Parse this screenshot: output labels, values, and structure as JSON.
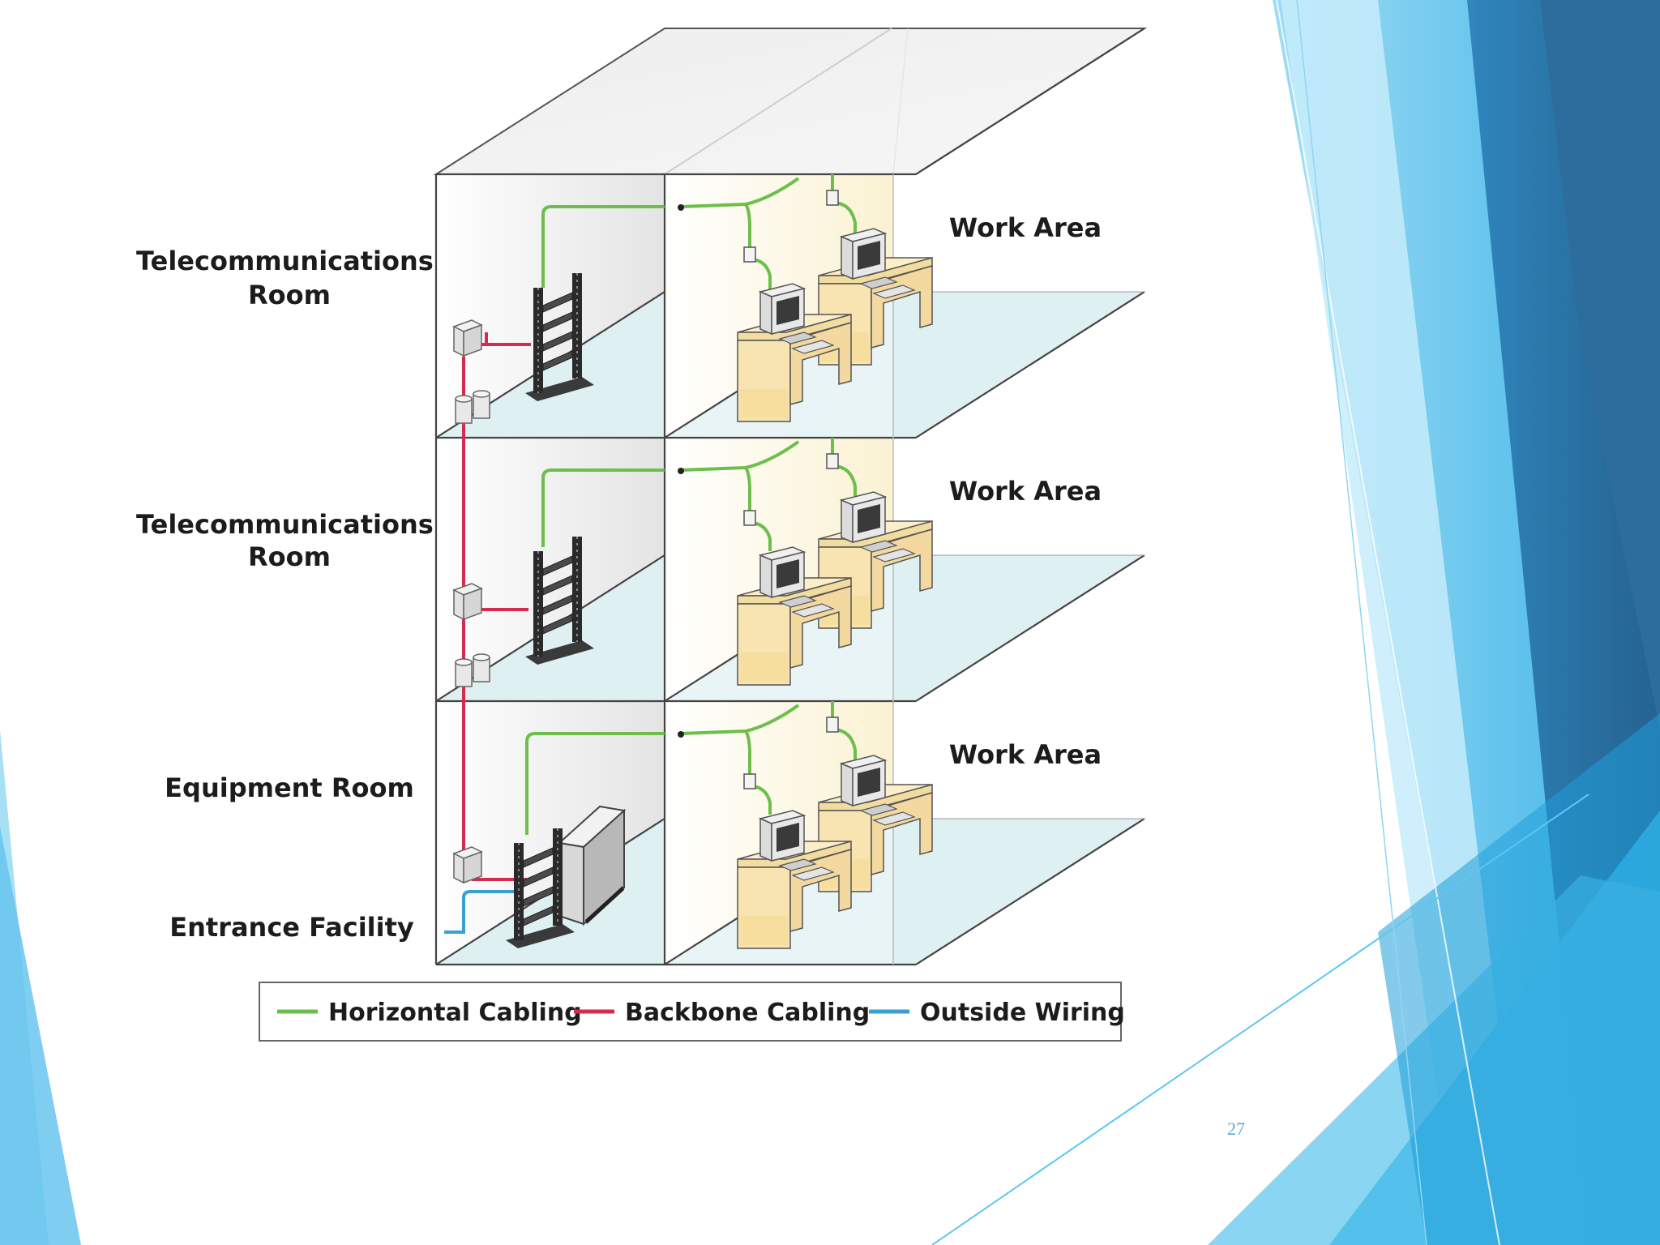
{
  "labels": {
    "telecom_room_top": [
      "Telecommunications",
      "Room"
    ],
    "telecom_room_middle": [
      "Telecommunications",
      "Room"
    ],
    "equipment_room": "Equipment Room",
    "entrance_facility": "Entrance Facility",
    "work_area_top": "Work Area",
    "work_area_middle": "Work Area",
    "work_area_bottom": "Work Area"
  },
  "legend": {
    "horizontal": {
      "label": "Horizontal Cabling",
      "color": "#6cbf4a"
    },
    "backbone": {
      "label": "Backbone Cabling",
      "color": "#d62a4e"
    },
    "outside": {
      "label": "Outside Wiring",
      "color": "#3a9fd2"
    }
  },
  "slide_number": "27",
  "theme_colors": {
    "floor": "#dff0f2",
    "wall_glow": "#fbf4d8",
    "desk": "#f7e4b0",
    "rack": "#2a2a2a",
    "deco_light": "#8fd6f2",
    "deco_mid": "#3bb3e6",
    "deco_dark": "#2b6fa0"
  }
}
